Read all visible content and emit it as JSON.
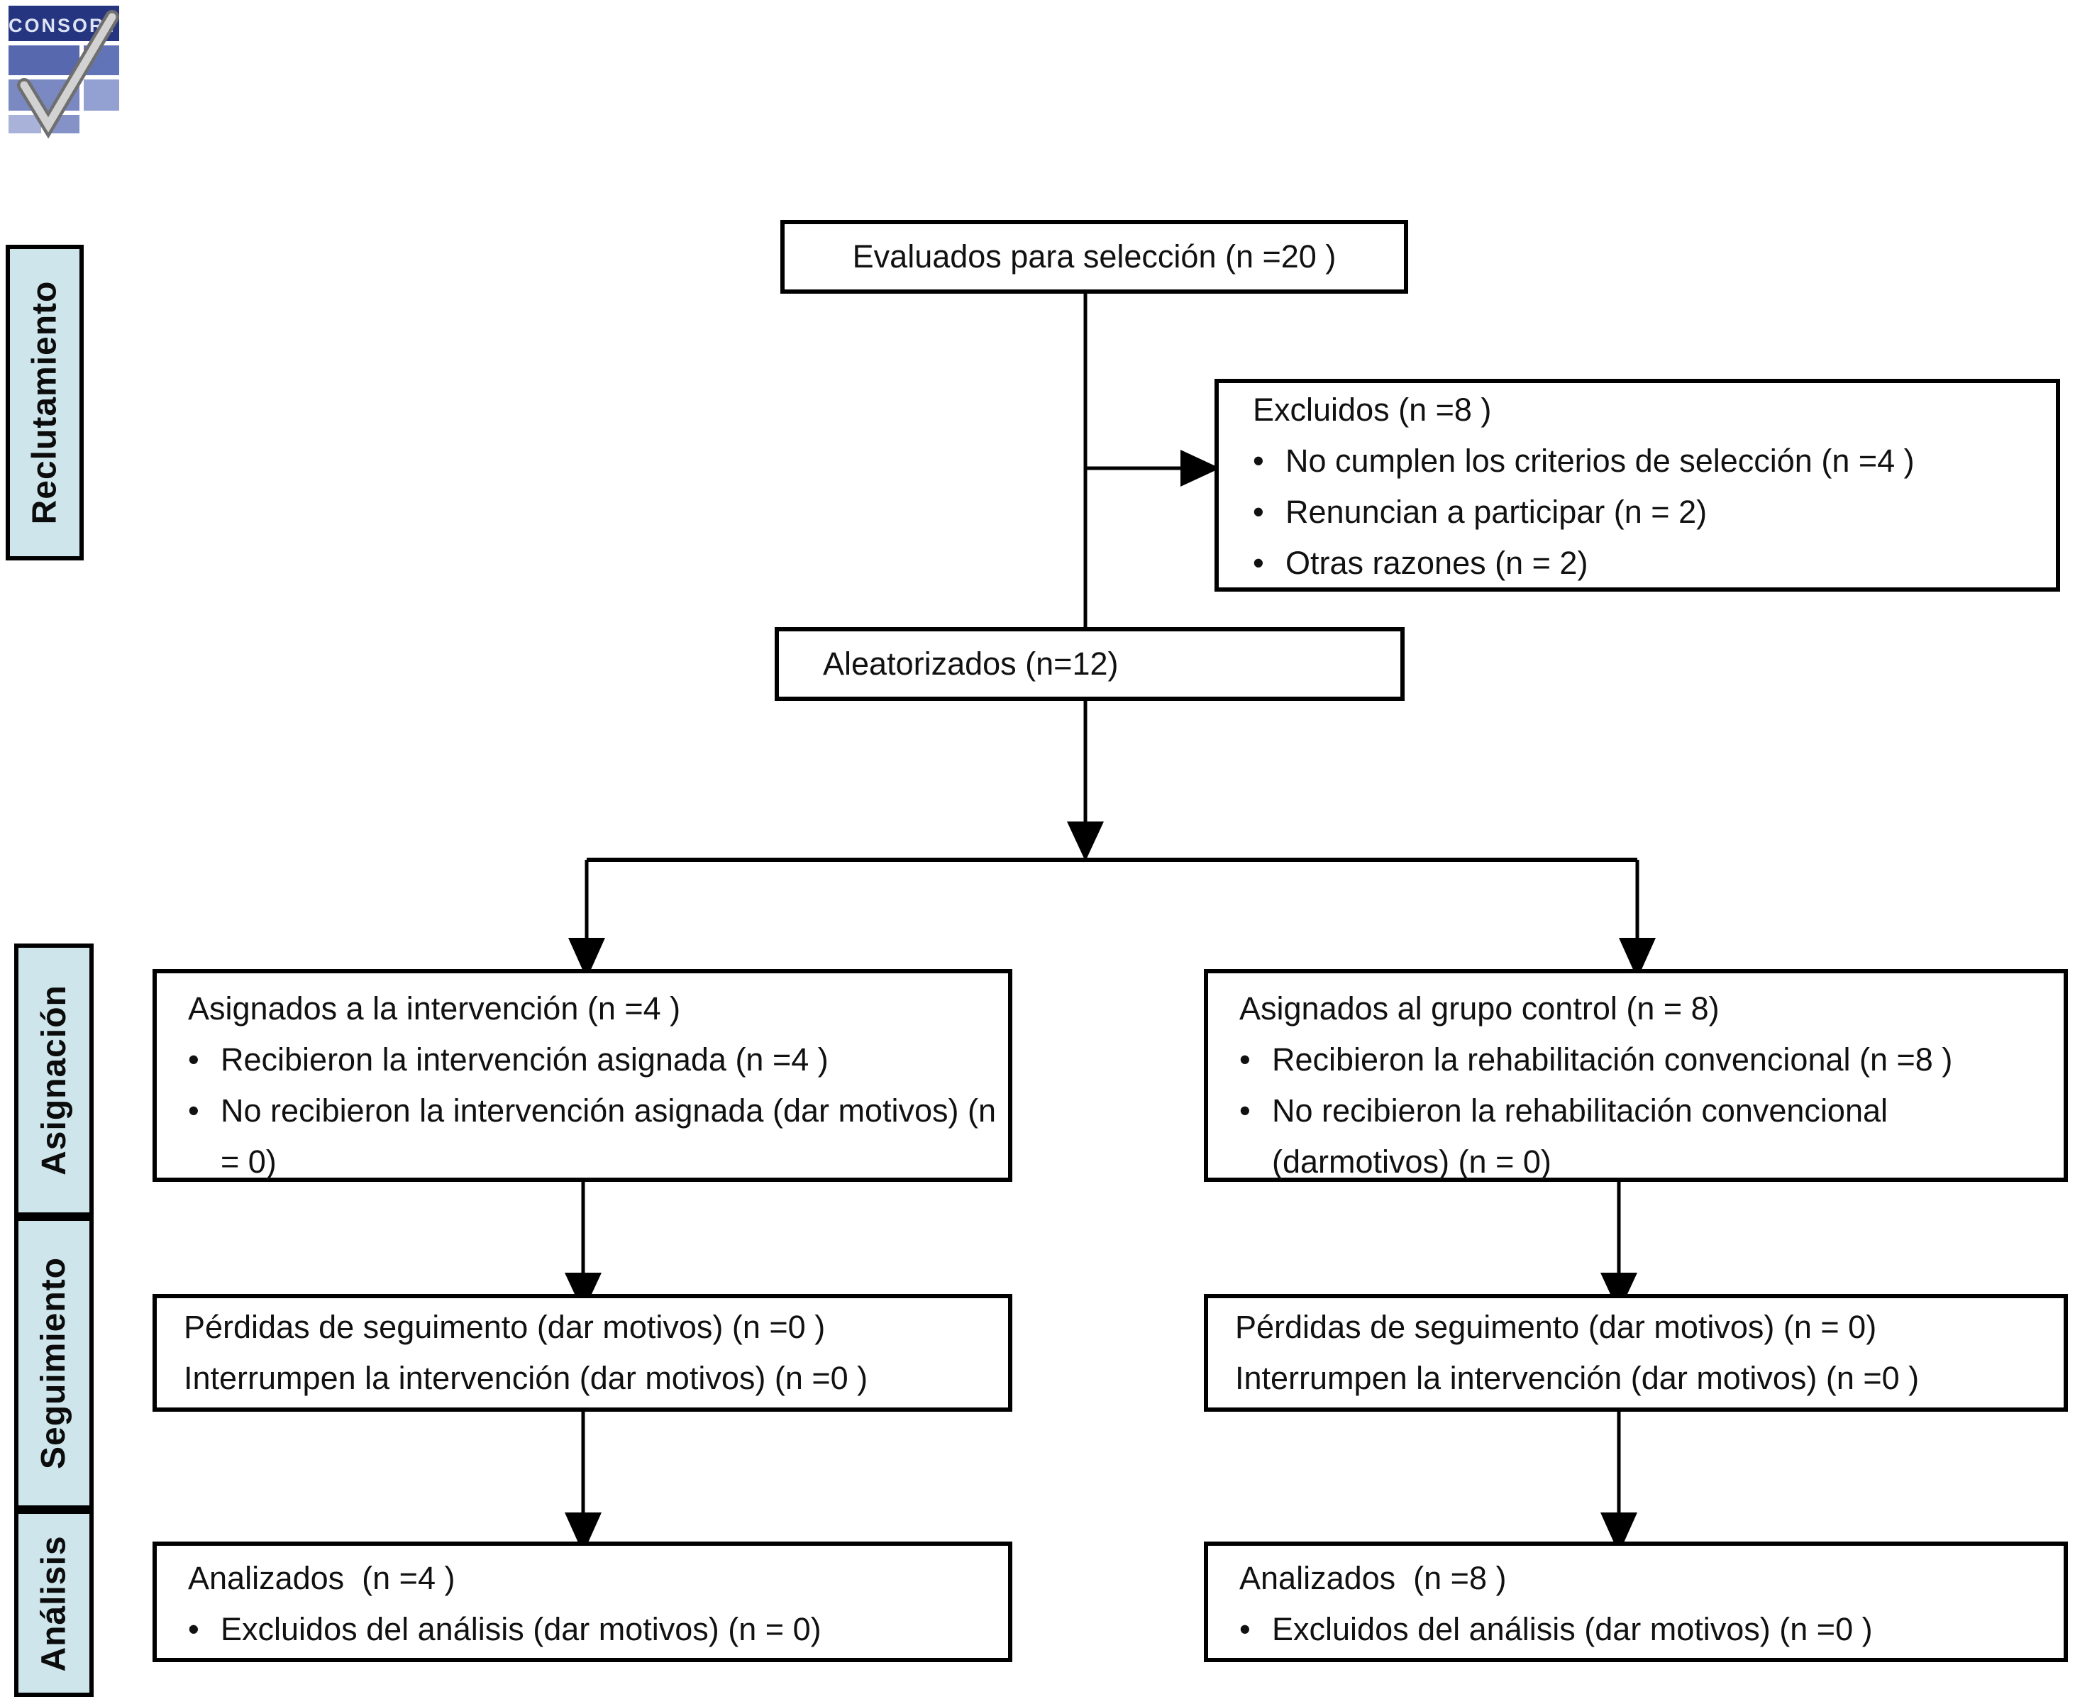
{
  "logo": {
    "title": "CONSORT",
    "band_color": "#26357f",
    "check_color": "#c9c9c9"
  },
  "sidebar": {
    "fill": "#cde5eb",
    "recruitment_label": "Reclutamiento",
    "allocation_label": "Asignación",
    "followup_label": "Seguimiento",
    "analysis_label": "Análisis"
  },
  "bullet_glyph": "• ",
  "flow": {
    "assessed": {
      "text": "Evaluados para selección (n =20 )"
    },
    "excluded": {
      "title": "Excluidos (n =8 )",
      "bullets": [
        "No cumplen los criterios de selección (n =4 )",
        "Renuncian a participar (n = 2)",
        "Otras razones (n = 2)"
      ]
    },
    "randomized": {
      "text": "Aleatorizados (n=12)"
    },
    "allocation_intervention": {
      "title": "Asignados a la intervención (n =4 )",
      "bullets": [
        "Recibieron la intervención asignada (n =4 )",
        "No recibieron la intervención asignada (dar motivos) (n = 0)"
      ]
    },
    "allocation_control": {
      "title": "Asignados al grupo control (n = 8)",
      "bullets": [
        "Recibieron la rehabilitación convencional (n =8 )",
        "No recibieron la rehabilitación convencional (darmotivos) (n = 0)"
      ]
    },
    "followup_intervention": {
      "lines": [
        "Pérdidas de seguimento (dar motivos) (n =0 )",
        "Interrumpen la intervención (dar motivos) (n =0 )"
      ]
    },
    "followup_control": {
      "lines": [
        "Pérdidas de seguimento (dar motivos) (n = 0)",
        "Interrumpen la intervención (dar motivos) (n =0 )"
      ]
    },
    "analysis_intervention": {
      "title": "Analizados  (n =4 )",
      "bullets": [
        "Excluidos del análisis (dar motivos) (n = 0)"
      ]
    },
    "analysis_control": {
      "title": "Analizados  (n =8 )",
      "bullets": [
        "Excluidos del análisis (dar motivos) (n =0 )"
      ]
    }
  }
}
